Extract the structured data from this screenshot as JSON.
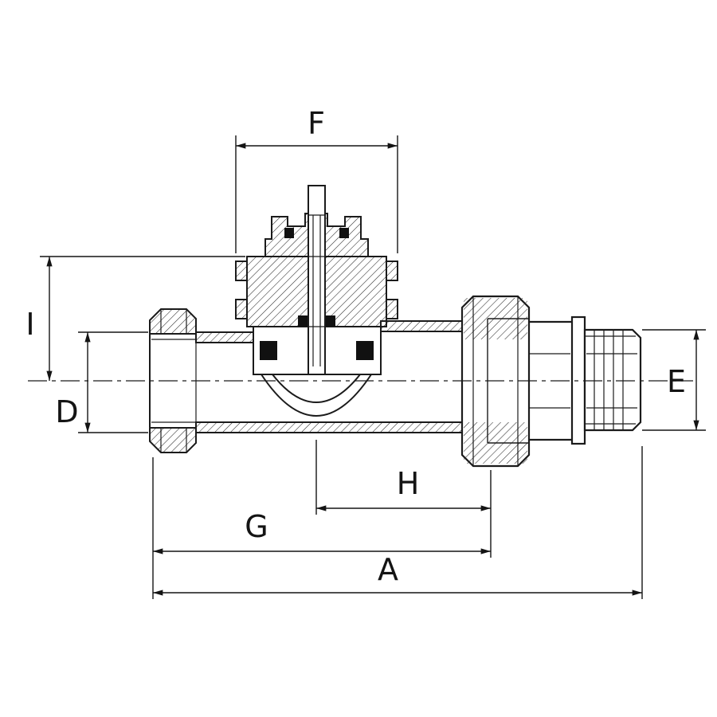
{
  "drawing": {
    "background": "#ffffff",
    "line_color": "#1b1b1b",
    "type": "technical-diagram",
    "view": "cross-section of a straight valve with dimension callouts",
    "dimension_list": [
      "F",
      "I",
      "D",
      "E",
      "H",
      "G",
      "A"
    ],
    "labels": {
      "A": "A",
      "D": "D",
      "E": "E",
      "F": "F",
      "G": "G",
      "H": "H",
      "I": "I"
    }
  }
}
